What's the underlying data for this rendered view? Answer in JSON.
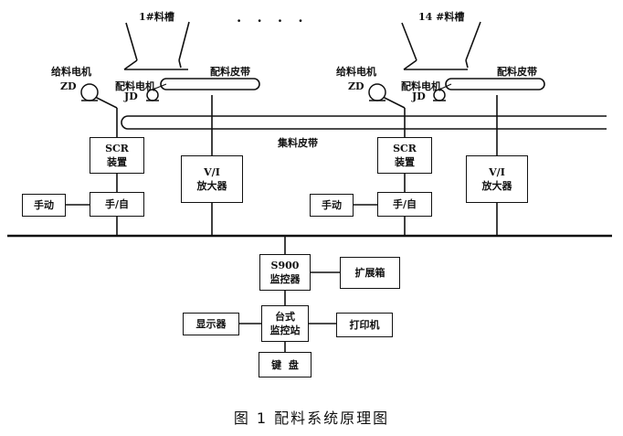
{
  "hopper_left": "1#料槽",
  "hopper_right": "14 #料槽",
  "dots": "· · · ·",
  "feed_motor_left": "给料电机",
  "feed_motor_right": "给料电机",
  "zd_left": "ZD",
  "zd_right": "ZD",
  "batch_motor_left": "配料电机",
  "batch_motor_right": "配料电机",
  "jd_left": "JD",
  "jd_right": "JD",
  "batch_belt_left": "配料皮带",
  "batch_belt_right": "配料皮带",
  "collect_belt": "集料皮带",
  "scr_left": [
    "SCR",
    "装置"
  ],
  "scr_right": [
    "SCR",
    "装置"
  ],
  "vi_left": [
    "V/I",
    "放大器"
  ],
  "vi_right": [
    "V/I",
    "放大器"
  ],
  "manual_left": "手动",
  "manual_right": "手动",
  "switch_left": "手/自",
  "switch_right": "手/自",
  "s900": [
    "S900",
    "监控器"
  ],
  "expansion": "扩展箱",
  "station": [
    "台式",
    "监控站"
  ],
  "display": "显示器",
  "printer": "打印机",
  "keyboard": "键  盘",
  "caption": "图 1  配料系统原理图"
}
